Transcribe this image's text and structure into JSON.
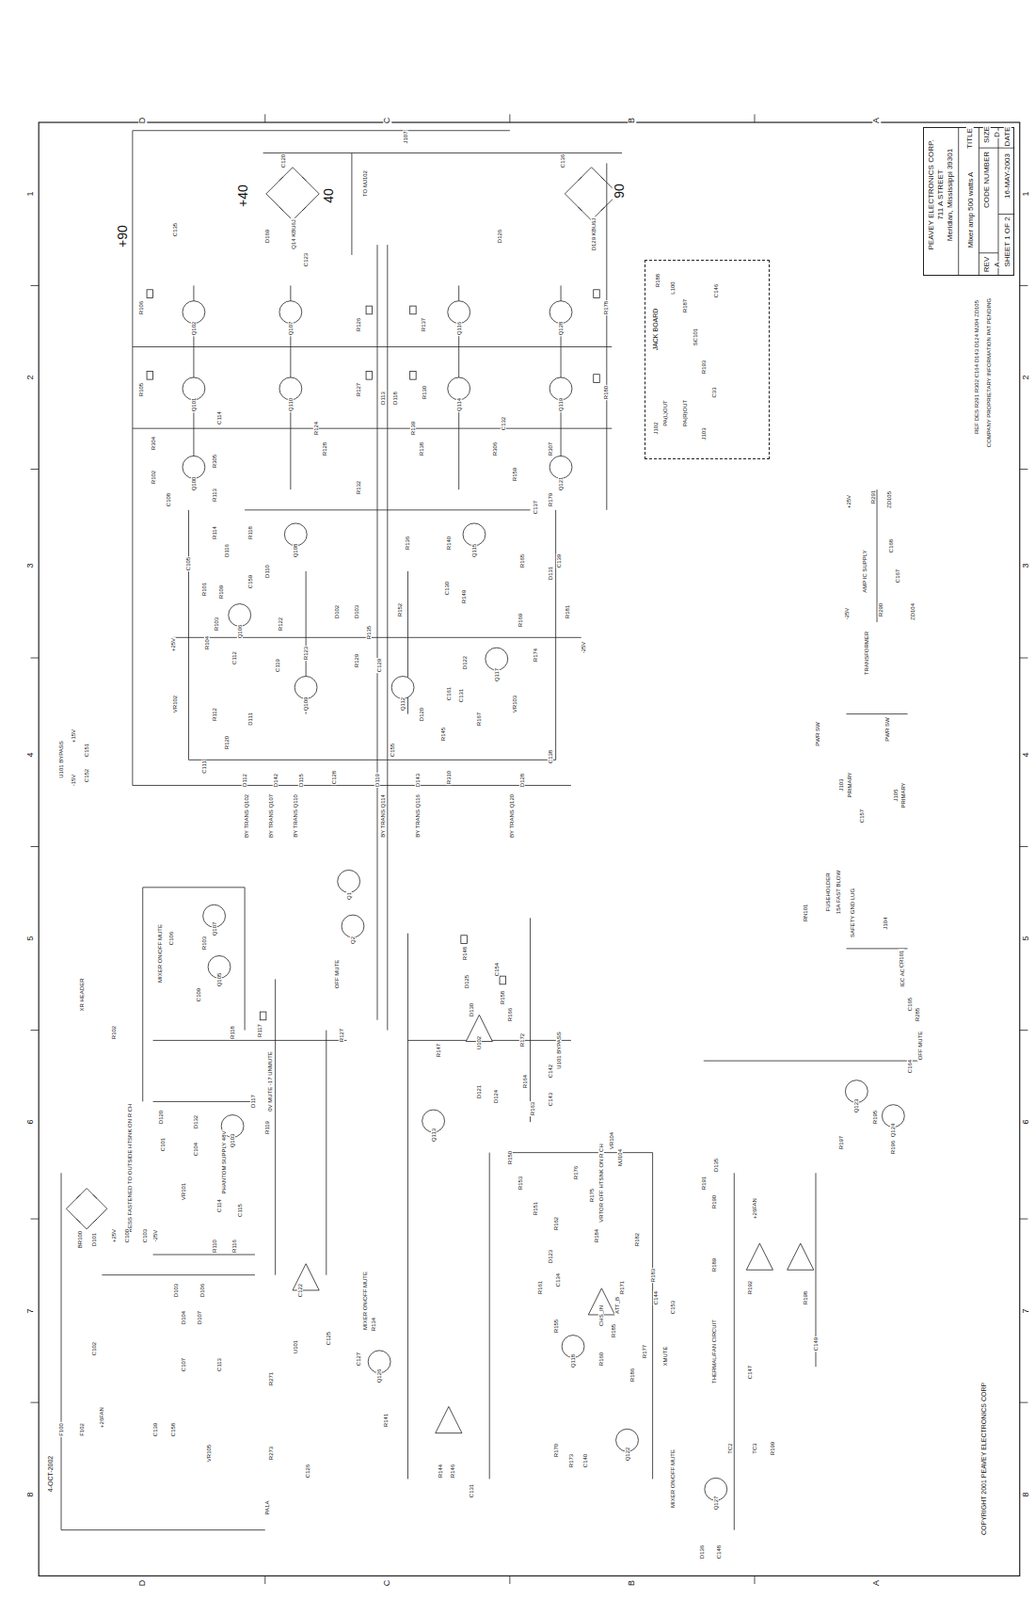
{
  "diagram": {
    "nodes": [
      {
        "text": [
          "PEAVEY ELECTRONICS CORP.",
          "711 A STREET",
          "Meridian, Mississippi 39301",
          "TITLE",
          "Mixer amp 500 watts A",
          "SIZE",
          "CODE NUMBER",
          "REV",
          "D",
          "A",
          "DATE",
          "16-MAY-2003",
          "SHEET 1 OF 2"
        ]
      },
      {
        "text": [
          "JACK BOARD"
        ]
      }
    ],
    "labels": [
      "D",
      "C",
      "B",
      "A",
      "D",
      "C",
      "B",
      "A",
      "1",
      "2",
      "3",
      "4",
      "5",
      "6",
      "7",
      "8",
      "1",
      "2",
      "3",
      "4",
      "5",
      "6",
      "7",
      "8",
      "4-OCT-2002",
      "COPYRIGHT 2001 PEAVEY ELECTRONICS CORP",
      "REF DES R291 R302 C164 D143 D124 MJ04 ZD105",
      "COMPANY PROPRIETARY INFORMATION PAT PENDING",
      "+90",
      "+40",
      "40",
      "90",
      "Q14 KBU6J",
      "D129 KBU6J",
      "J107",
      "TO MJ102",
      "C120",
      "C136",
      "D169",
      "D126",
      "C135",
      "C123",
      "Q102",
      "Q107",
      "Q116",
      "Q128",
      "Q101",
      "Q110",
      "Q114",
      "Q119",
      "Q100",
      "Q121",
      "Q108",
      "Q115",
      "Q106",
      "Q109",
      "Q112",
      "Q117",
      "R106",
      "R105",
      "R304",
      "R102",
      "R305",
      "R113",
      "C108",
      "C114",
      "R124",
      "R128",
      "R126",
      "R137",
      "R127",
      "D113",
      "D118",
      "R130",
      "R139",
      "R138",
      "R132",
      "R306",
      "C132",
      "R159",
      "R307",
      "R179",
      "C137",
      "R178",
      "R180",
      "C105",
      "R114",
      "D116",
      "R118",
      "R101",
      "R109",
      "C159",
      "D110",
      "R103",
      "R104",
      "C112",
      "R122",
      "C119",
      "R123",
      "D102",
      "D103",
      "R135",
      "R129",
      "C129",
      "R152",
      "R136",
      "R140",
      "C130",
      "R149",
      "R165",
      "D131",
      "C139",
      "R169",
      "R174",
      "R181",
      "+25V",
      "-25V",
      "VR102",
      "R112",
      "R120",
      "D111",
      "C155",
      "R145",
      "D120",
      "C161",
      "C131",
      "D122",
      "R167",
      "VR103",
      "C138",
      "C111",
      "D112",
      "D142",
      "D115",
      "C128",
      "D119",
      "D143",
      "R310",
      "D128",
      "BY TRANS Q102",
      "BY TRANS Q107",
      "BY TRANS Q110",
      "BY TRANS Q114",
      "BY TRANS Q116",
      "BY TRANS Q120",
      "U101 BYPASS",
      "+15V",
      "-15V",
      "C151",
      "C152",
      "L100",
      "R187",
      "R188",
      "C146",
      "SC101",
      "R193",
      "C33",
      "PA(L)OUT",
      "PA(R)OUT",
      "J102",
      "J103",
      "AMP IC SUPPLY",
      "+25V",
      "-25V",
      "R291",
      "ZD105",
      "C168",
      "C167",
      "R290",
      "ZD104",
      "TRANSFORMER",
      "J103",
      "PRIMARY",
      "C157",
      "J105",
      "PRIMARY",
      "PWR SW",
      "PWR SW",
      "FUSEHOLDER",
      "15A FAST BLOW",
      "SAFETY GND LUG",
      "RN101",
      "J104",
      "IEC AC IN",
      "CR101",
      "C165",
      "R285",
      "C164",
      "OFF MUTE",
      "Q123",
      "R195",
      "Q124",
      "R196",
      "R197",
      "Q1",
      "Q2",
      "OFF MUTE",
      "R127",
      "U102",
      "R148",
      "D125",
      "D130",
      "C154",
      "R158",
      "R166",
      "R172",
      "R147",
      "Q113",
      "D121",
      "D124",
      "R164",
      "R163",
      "C142",
      "C143",
      "U101 BYPASS",
      "VR104",
      "MJ104",
      "VRTOR OFF HTSNK ON R CH",
      "R150",
      "R153",
      "R151",
      "R162",
      "R176",
      "R175",
      "R184",
      "D123",
      "C134",
      "R161",
      "R155",
      "Q118",
      "R160",
      "R171",
      "R182",
      "R183",
      "C144",
      "C153",
      "R185",
      "R177",
      "R186",
      "Q122",
      "CHS_IN",
      "ATT_B",
      "XMUTE",
      "THERMAL/FAN CIRCUIT",
      "R189",
      "R190",
      "R191",
      "D135",
      "+26FAN",
      "R192",
      "R198",
      "C149",
      "C147",
      "TC2",
      "TC3",
      "R199",
      "Q127",
      "MIXER ON/OFF MUTE",
      "C148",
      "D136",
      "R173",
      "R170",
      "C140",
      "R144",
      "R146",
      "C131",
      "Q126",
      "R141",
      "R134",
      "C127",
      "C125",
      "MIXER ON/OFF MUTE",
      "C126",
      "C122",
      "U101",
      "R271",
      "R273",
      "PA1A",
      "R117",
      "0V MUTE -17 UNMUTE",
      "R119",
      "PHANTOM SUPPLY 48V",
      "Q103",
      "D132",
      "D120",
      "C101",
      "C104",
      "VR101",
      "C114",
      "C115",
      "R110",
      "R116",
      "RESS FASTENED TO OUTSIDE HTSNK ON R CH",
      "+25V",
      "-25V",
      "C100",
      "C103",
      "BR100",
      "D101",
      "C102",
      "D103",
      "D106",
      "D104",
      "D107",
      "C107",
      "C113",
      "C158",
      "C139",
      "VR105",
      "F102",
      "F100",
      "+26FAN",
      "XR HEADER",
      "MIXER ON/OFF MUTE",
      "C106",
      "R103",
      "Q107",
      "Q105",
      "C109",
      "R102",
      "R118",
      "D117"
    ]
  }
}
